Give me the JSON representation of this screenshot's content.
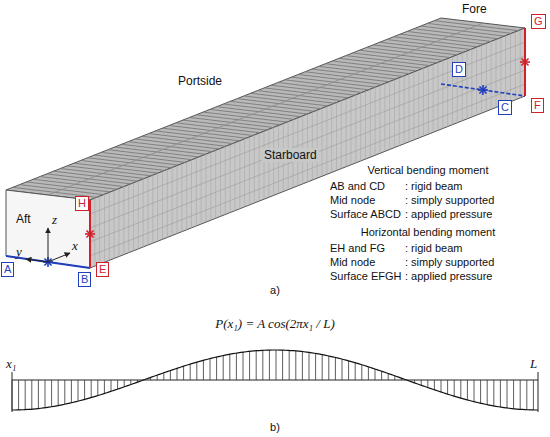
{
  "diagram": {
    "labels": [
      "Fore",
      "Portside",
      "Starboard",
      "Aft",
      "z",
      "x",
      "y",
      "A",
      "B",
      "C",
      "D",
      "E",
      "F",
      "G",
      "H",
      "Vertical bending moment",
      "AB and CD",
      ": rigid beam",
      "Mid node",
      ": simply supported",
      "Surface ABCD",
      ": applied pressure",
      "Horizontal bending moment",
      "EH and FG",
      ": rigid beam",
      "Mid node",
      ": simply supported",
      "Surface EFGH",
      ": applied pressure",
      "a)",
      "P(x₁) = A cos(2πx₁ / L)",
      "x₁",
      "L",
      "b)"
    ]
  }
}
